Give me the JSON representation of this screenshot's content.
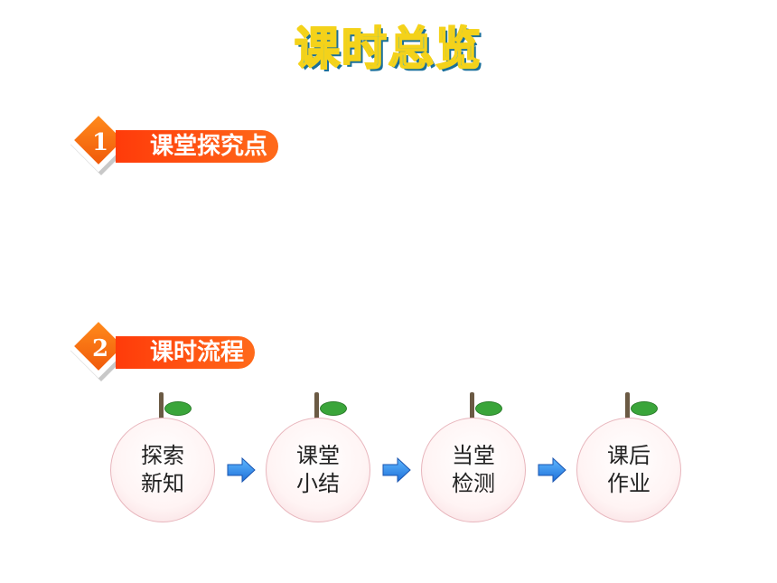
{
  "page_title": "课时总览",
  "sections": [
    {
      "number": "1",
      "label": "课堂探究点"
    },
    {
      "number": "2",
      "label": "课时流程"
    }
  ],
  "flow": [
    {
      "line1": "探索",
      "line2": "新知"
    },
    {
      "line1": "课堂",
      "line2": "小结"
    },
    {
      "line1": "当堂",
      "line2": "检测"
    },
    {
      "line1": "课后",
      "line2": "作业"
    }
  ],
  "colors": {
    "title_fill": "#2ab0d8",
    "title_outline": "#f4d21a",
    "banner": "#ff4a10",
    "arrow": "#1e7be0",
    "leaf": "#3aa53a"
  },
  "icons": [
    "diamond-icon",
    "arrow-right-icon",
    "apple-stem-icon",
    "leaf-icon"
  ]
}
